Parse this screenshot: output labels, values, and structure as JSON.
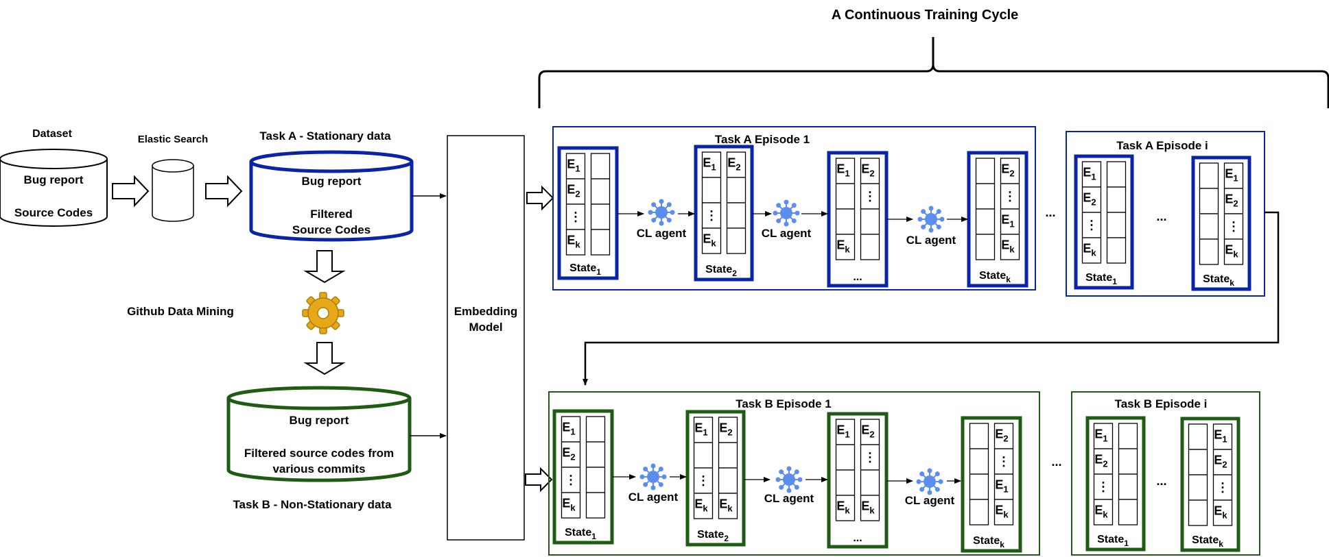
{
  "title": "A Continuous Training Cycle",
  "colors": {
    "task_a": "#0a24a8",
    "task_b": "#1e5c14",
    "agent": "#5b8def",
    "gear": "#e6a817"
  },
  "dataset": {
    "label": "Dataset",
    "line1": "Bug report",
    "line2": "Source Codes"
  },
  "elastic": {
    "label": "Elastic Search"
  },
  "task_a_db": {
    "label": "Task A - Stationary data",
    "line1": "Bug report",
    "line2": "Filtered",
    "line3": "Source Codes"
  },
  "mining": {
    "label": "Github Data Mining",
    "icon": "gear-icon"
  },
  "task_b_db": {
    "label": "Task B - Non-Stationary data",
    "line1": "Bug report",
    "line2": "Filtered source codes from",
    "line3": "various commits"
  },
  "embedding": {
    "line1": "Embedding",
    "line2": "Model"
  },
  "episodes": {
    "a1": "Task A Episode 1",
    "ai": "Task A Episode i",
    "b1": "Task B Episode 1",
    "bi": "Task B Episode i"
  },
  "agent_label": "CL agent",
  "ellipsis": "...",
  "vdots": "⋮",
  "state": "State",
  "sub_1": "1",
  "sub_2": "2",
  "sub_k": "k",
  "e": "E"
}
